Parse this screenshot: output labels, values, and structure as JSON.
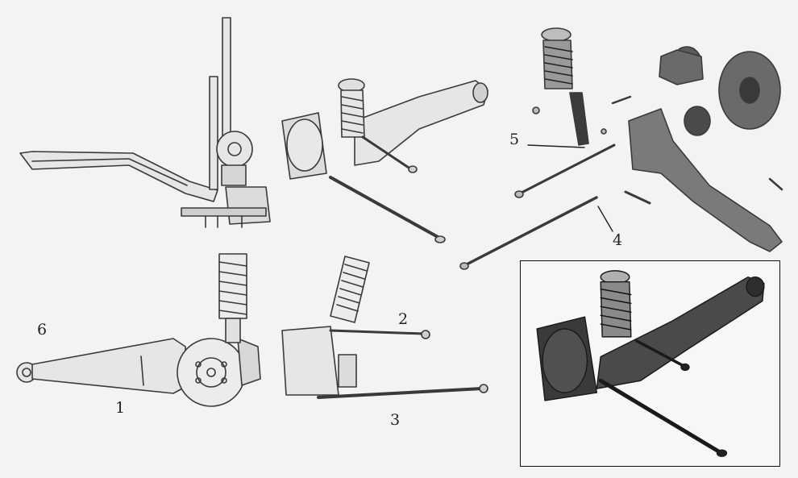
{
  "figure": {
    "labels": [
      {
        "id": "l1",
        "text": "1"
      },
      {
        "id": "l2",
        "text": "2"
      },
      {
        "id": "l3",
        "text": "3"
      },
      {
        "id": "l4",
        "text": "4"
      },
      {
        "id": "l5",
        "text": "5"
      },
      {
        "id": "l6",
        "text": "6"
      }
    ],
    "colors": {
      "line": "#3a3a3a",
      "fill_light": "#e6e6e4",
      "fill_dark": "#4a4a4a",
      "background": "#f3f3f1"
    }
  }
}
